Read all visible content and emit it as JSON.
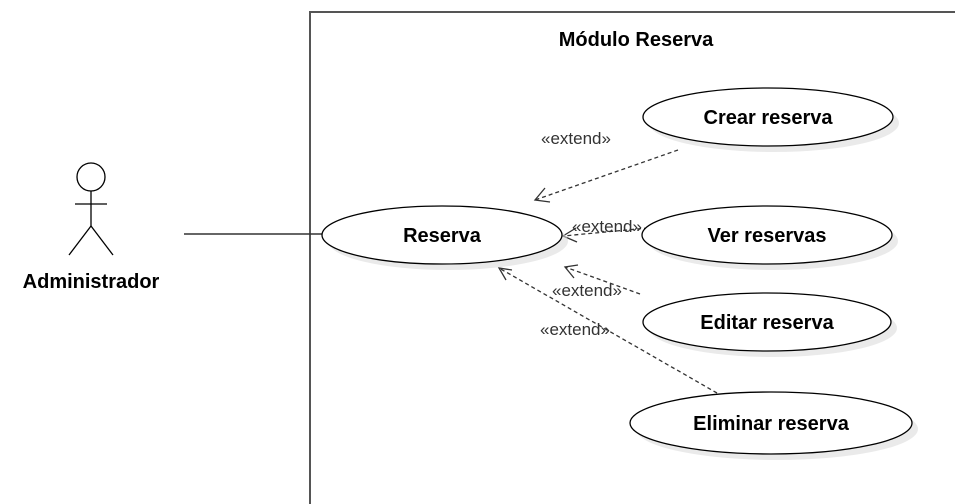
{
  "system": {
    "title": "Módulo Reserva"
  },
  "actor": {
    "name": "Administrador"
  },
  "use_cases": {
    "main": "Reserva",
    "crear": "Crear reserva",
    "ver": "Ver reservas",
    "editar": "Editar reserva",
    "eliminar": "Eliminar reserva"
  },
  "relations": {
    "crear": "«extend»",
    "ver": "«extend»",
    "editar": "«extend»",
    "eliminar": "«extend»"
  }
}
